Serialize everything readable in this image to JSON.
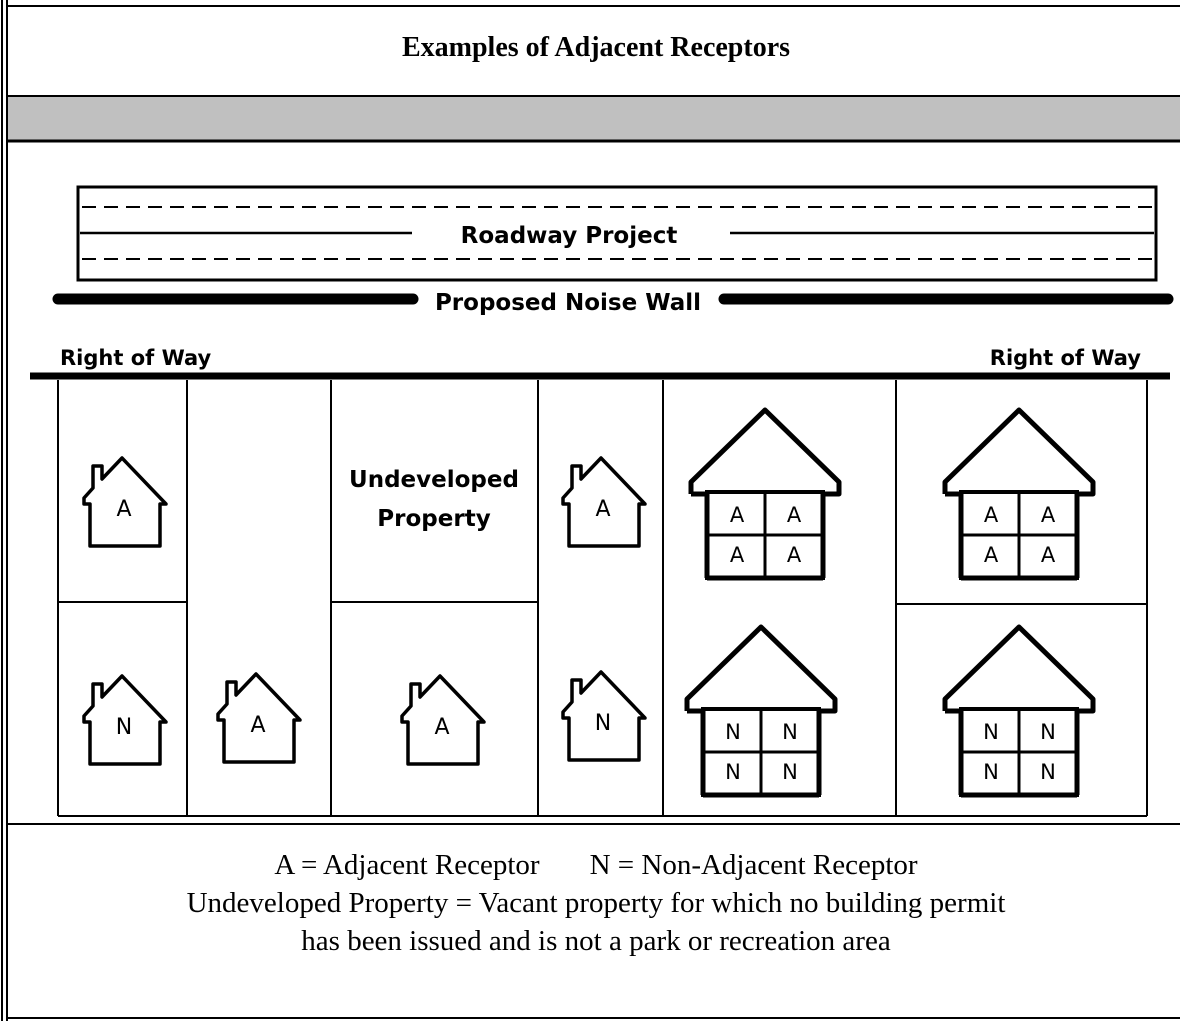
{
  "title": "Examples of Adjacent Receptors",
  "diagram": {
    "roadway_label": "Roadway Project",
    "noise_wall_label": "Proposed Noise Wall",
    "row_left_label": "Right of Way",
    "row_right_label": "Right of Way",
    "undeveloped_label_line1": "Undeveloped",
    "undeveloped_label_line2": "Property",
    "receptors": {
      "house_1": "A",
      "house_2": "N",
      "house_3": "A",
      "house_4": "A",
      "house_5": "A",
      "house_6": "N",
      "apt_1": [
        "A",
        "A",
        "A",
        "A"
      ],
      "apt_2": [
        "N",
        "N",
        "N",
        "N"
      ],
      "apt_3": [
        "A",
        "A",
        "A",
        "A"
      ],
      "apt_4": [
        "N",
        "N",
        "N",
        "N"
      ]
    }
  },
  "legend": {
    "line1_a": "A = Adjacent Receptor",
    "line1_b": "N = Non-Adjacent Receptor",
    "line2": "Undeveloped Property = Vacant property for which no building permit",
    "line3": "has been issued and is not a park or recreation area"
  }
}
